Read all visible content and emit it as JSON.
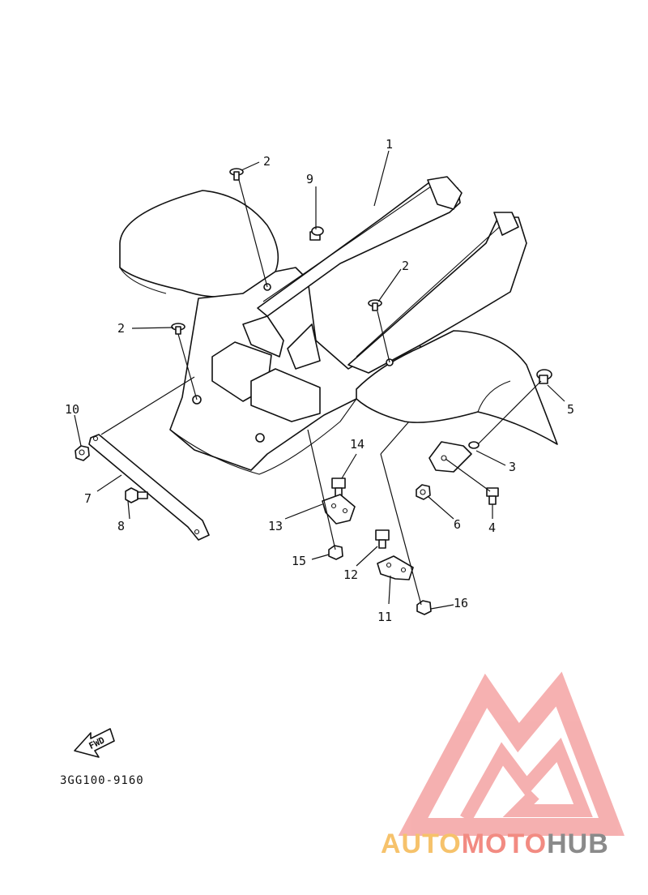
{
  "callouts": [
    {
      "id": "c1",
      "label": "1"
    },
    {
      "id": "c2a",
      "label": "2"
    },
    {
      "id": "c2b",
      "label": "2"
    },
    {
      "id": "c2c",
      "label": "2"
    },
    {
      "id": "c3",
      "label": "3"
    },
    {
      "id": "c4",
      "label": "4"
    },
    {
      "id": "c5",
      "label": "5"
    },
    {
      "id": "c6",
      "label": "6"
    },
    {
      "id": "c7",
      "label": "7"
    },
    {
      "id": "c8",
      "label": "8"
    },
    {
      "id": "c9",
      "label": "9"
    },
    {
      "id": "c10",
      "label": "10"
    },
    {
      "id": "c11",
      "label": "11"
    },
    {
      "id": "c12",
      "label": "12"
    },
    {
      "id": "c13",
      "label": "13"
    },
    {
      "id": "c14",
      "label": "14"
    },
    {
      "id": "c15",
      "label": "15"
    },
    {
      "id": "c16",
      "label": "16"
    }
  ],
  "fwd_arrow_label": "FWD",
  "diagram_code": "3GG100-9160",
  "watermark": {
    "part1": "AUTO",
    "part2": "MOTO",
    "part3": "HUB",
    "colors": {
      "auto": "#f6c26b",
      "moto": "#f28b82",
      "hub": "#8a8a8a",
      "logo": "#f4a3a3"
    }
  }
}
